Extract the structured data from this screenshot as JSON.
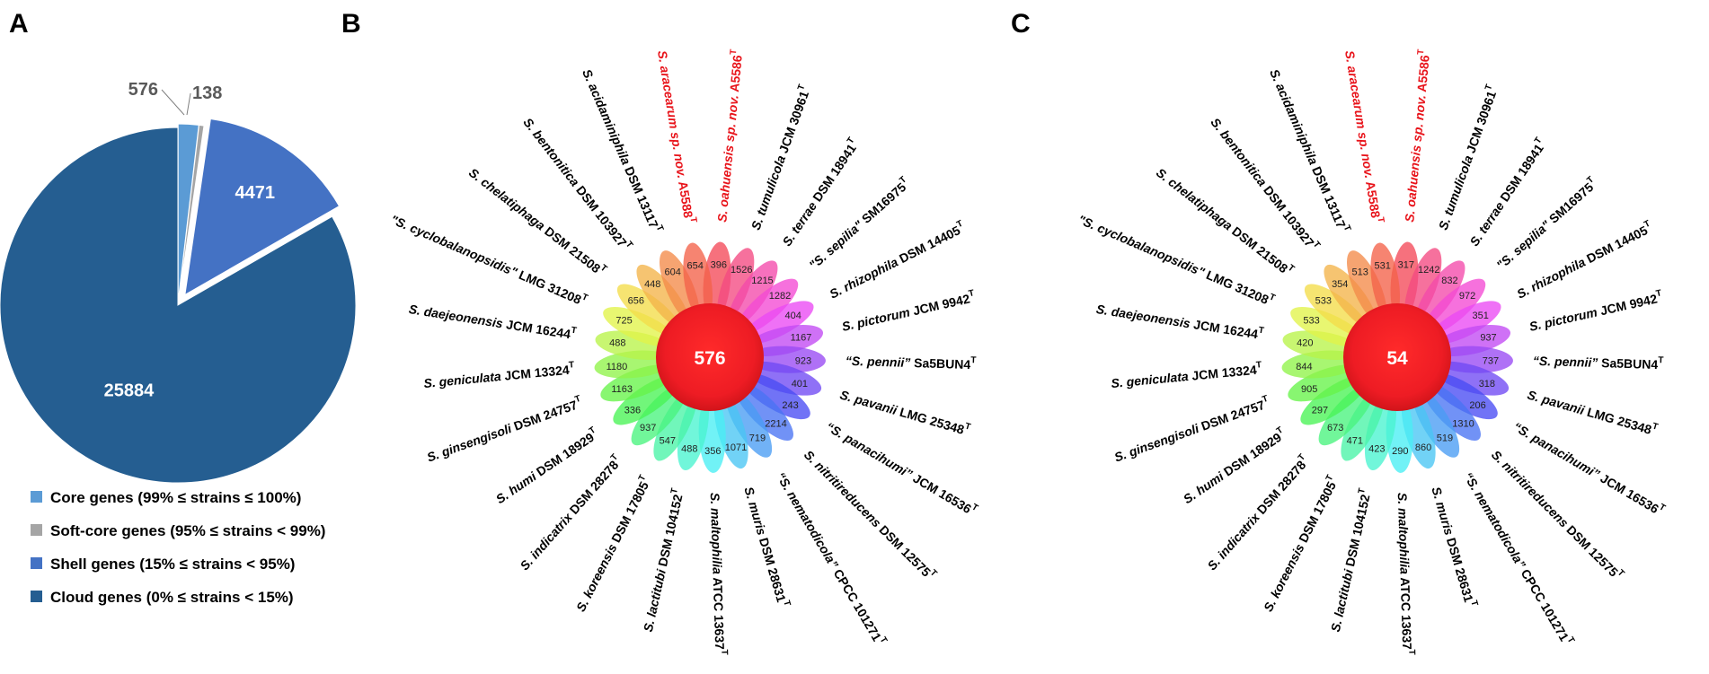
{
  "panels": {
    "a": "A",
    "b": "B",
    "c": "C"
  },
  "chart_data": [
    {
      "type": "pie",
      "panel": "A",
      "categories": [
        "Core genes (99% ≤ strains ≤ 100%)",
        "Soft-core genes (95% ≤ strains < 99%)",
        "Shell genes (15% ≤ strains < 95%)",
        "Cloud genes (0% ≤ strains < 15%)"
      ],
      "values": [
        576,
        138,
        4471,
        25884
      ],
      "colors": [
        "#5b9bd5",
        "#a5a5a5",
        "#4472c4",
        "#255e91"
      ],
      "legend": "bottom-left"
    },
    {
      "type": "flower",
      "panel": "B",
      "center": 576,
      "petals": [
        {
          "label_italic": "S. oahuensis sp. nov.",
          "label_plain": " A5586",
          "sup": "T",
          "value": 396,
          "highlight": true
        },
        {
          "label_italic": "S. tumulicola",
          "label_plain": " JCM 30961",
          "sup": "T",
          "value": 1526
        },
        {
          "label_italic": "S. terrae",
          "label_plain": " DSM 18941",
          "sup": "T",
          "value": 1215
        },
        {
          "label_italic": "\"S. sepilia\"",
          "label_plain": " SM16975",
          "sup": "T",
          "value": 1282
        },
        {
          "label_italic": "S. rhizophila",
          "label_plain": " DSM 14405",
          "sup": "T",
          "value": 404
        },
        {
          "label_italic": "S. pictorum",
          "label_plain": " JCM 9942",
          "sup": "T",
          "value": 1167
        },
        {
          "label_italic": "“S. pennii”",
          "label_plain": " Sa5BUN4",
          "sup": "T",
          "value": 923
        },
        {
          "label_italic": "S. pavanii",
          "label_plain": " LMG 25348",
          "sup": "T",
          "value": 401
        },
        {
          "label_italic": "“S. panacihumi”",
          "label_plain": " JCM 16536",
          "sup": "T",
          "value": 243
        },
        {
          "label_italic": "S. nitritireducens",
          "label_plain": " DSM 12575",
          "sup": "T",
          "value": 2214
        },
        {
          "label_italic": "“S. nematodicola”",
          "label_plain": " CPCC 101271",
          "sup": "T",
          "value": 719
        },
        {
          "label_italic": "S. muris",
          "label_plain": " DSM 28631",
          "sup": "T",
          "value": 1071
        },
        {
          "label_italic": "S. maltophilia",
          "label_plain": " ATCC 13637",
          "sup": "T",
          "value": 356
        },
        {
          "label_italic": "S. lactitubi",
          "label_plain": " DSM 104152",
          "sup": "T",
          "value": 488
        },
        {
          "label_italic": "S. koreensis",
          "label_plain": " DSM 17805",
          "sup": "T",
          "value": 547
        },
        {
          "label_italic": "S. indicatrix",
          "label_plain": " DSM 28278",
          "sup": "T",
          "value": 937
        },
        {
          "label_italic": "S. humi",
          "label_plain": " DSM 18929",
          "sup": "T",
          "value": 336
        },
        {
          "label_italic": "S. ginsengisoli",
          "label_plain": " DSM 24757",
          "sup": "T",
          "value": 1163
        },
        {
          "label_italic": "S. geniculata",
          "label_plain": " JCM 13324",
          "sup": "T",
          "value": 1180
        },
        {
          "label_italic": "S. daejeonensis",
          "label_plain": " JCM 16244",
          "sup": "T",
          "value": 488
        },
        {
          "label_italic": "\"S. cyclobalanopsidis\"",
          "label_plain": " LMG 31208",
          "sup": "T",
          "value": 725
        },
        {
          "label_italic": "S. chelatiphaga",
          "label_plain": " DSM 21508",
          "sup": "T",
          "value": 656
        },
        {
          "label_italic": "S. bentonitica",
          "label_plain": " DSM 103927",
          "sup": "T",
          "value": 448
        },
        {
          "label_italic": "S. acidaminiphila",
          "label_plain": " DSM 13117",
          "sup": "T",
          "value": 604
        },
        {
          "label_italic": "S. aracearum sp. nov.",
          "label_plain": " A5588",
          "sup": "T",
          "value": 654,
          "highlight": true
        }
      ]
    },
    {
      "type": "flower",
      "panel": "C",
      "center": 54,
      "petals": [
        {
          "label_italic": "S. oahuensis sp. nov.",
          "label_plain": " A5586",
          "sup": "T",
          "value": 317,
          "highlight": true
        },
        {
          "label_italic": "S. tumulicola",
          "label_plain": " JCM 30961",
          "sup": "T",
          "value": 1242
        },
        {
          "label_italic": "S. terrae",
          "label_plain": " DSM 18941",
          "sup": "T",
          "value": 832
        },
        {
          "label_italic": "\"S. sepilia\"",
          "label_plain": " SM16975",
          "sup": "T",
          "value": 972
        },
        {
          "label_italic": "S. rhizophila",
          "label_plain": " DSM 14405",
          "sup": "T",
          "value": 351
        },
        {
          "label_italic": "S. pictorum",
          "label_plain": " JCM 9942",
          "sup": "T",
          "value": 937
        },
        {
          "label_italic": "“S. pennii”",
          "label_plain": " Sa5BUN4",
          "sup": "T",
          "value": 737
        },
        {
          "label_italic": "S. pavanii",
          "label_plain": " LMG 25348",
          "sup": "T",
          "value": 318
        },
        {
          "label_italic": "“S. panacihumi”",
          "label_plain": " JCM 16536",
          "sup": "T",
          "value": 206
        },
        {
          "label_italic": "S. nitritireducens",
          "label_plain": " DSM 12575",
          "sup": "T",
          "value": 1310
        },
        {
          "label_italic": "“S. nematodicola”",
          "label_plain": " CPCC 101271",
          "sup": "T",
          "value": 519
        },
        {
          "label_italic": "S. muris",
          "label_plain": " DSM 28631",
          "sup": "T",
          "value": 860
        },
        {
          "label_italic": "S. maltophilia",
          "label_plain": " ATCC 13637",
          "sup": "T",
          "value": 290
        },
        {
          "label_italic": "S. lactitubi",
          "label_plain": " DSM 104152",
          "sup": "T",
          "value": 423
        },
        {
          "label_italic": "S. koreensis",
          "label_plain": " DSM 17805",
          "sup": "T",
          "value": 471
        },
        {
          "label_italic": "S. indicatrix",
          "label_plain": " DSM 28278",
          "sup": "T",
          "value": 673
        },
        {
          "label_italic": "S. humi",
          "label_plain": " DSM 18929",
          "sup": "T",
          "value": 297
        },
        {
          "label_italic": "S. ginsengisoli",
          "label_plain": " DSM 24757",
          "sup": "T",
          "value": 905
        },
        {
          "label_italic": "S. geniculata",
          "label_plain": " JCM 13324",
          "sup": "T",
          "value": 844
        },
        {
          "label_italic": "S. daejeonensis",
          "label_plain": " JCM 16244",
          "sup": "T",
          "value": 420
        },
        {
          "label_italic": "\"S. cyclobalanopsidis\"",
          "label_plain": " LMG 31208",
          "sup": "T",
          "value": 533
        },
        {
          "label_italic": "S. chelatiphaga",
          "label_plain": " DSM 21508",
          "sup": "T",
          "value": 533
        },
        {
          "label_italic": "S. bentonitica",
          "label_plain": " DSM 103927",
          "sup": "T",
          "value": 354
        },
        {
          "label_italic": "S. acidaminiphila",
          "label_plain": " DSM 13117",
          "sup": "T",
          "value": 513
        },
        {
          "label_italic": "S. aracearum sp. nov.",
          "label_plain": " A5588",
          "sup": "T",
          "value": 531,
          "highlight": true
        }
      ]
    }
  ],
  "colors": {
    "highlight": "#e8141b",
    "label": "#000000",
    "center_fill": "#ee1c24"
  }
}
